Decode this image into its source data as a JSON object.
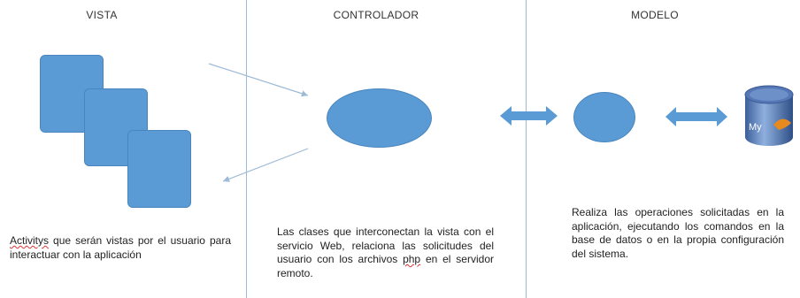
{
  "columns": {
    "vista": "VISTA",
    "controlador": "CONTROLADOR",
    "modelo": "MODELO"
  },
  "descriptions": {
    "vista_word": "Activitys",
    "vista_rest": " que serán vistas por el usuario para interactuar con la aplicación",
    "controlador_start": "Las clases que interconectan la vista con el servicio Web, relaciona las solicitudes del usuario con los archivos ",
    "controlador_php": "php",
    "controlador_end": " en el servidor remoto.",
    "modelo": "Realiza las operaciones solicitadas en la aplicación, ejecutando los comandos en la base de datos o en la propia configuración del sistema."
  },
  "database_label": "My",
  "colors": {
    "shape_fill": "#5b9bd5",
    "arrow": "#9dbad6",
    "divider": "#9dbad6"
  }
}
